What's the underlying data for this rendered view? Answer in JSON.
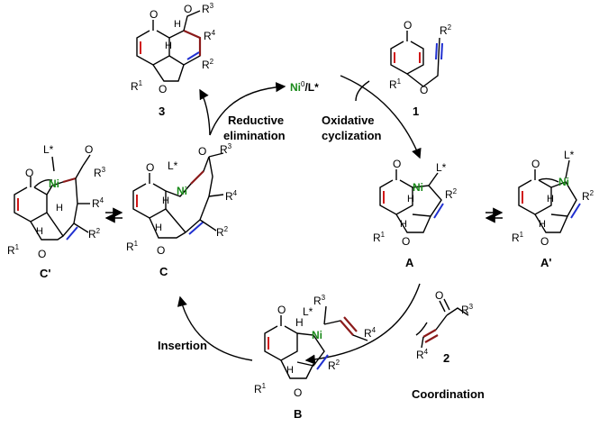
{
  "steps": {
    "oxidative": [
      "Oxidative",
      "cyclization"
    ],
    "reductive": [
      "Reductive",
      "elimination"
    ],
    "insertion": "Insertion",
    "coordination": "Coordination"
  },
  "catalyst": {
    "ni": "Ni",
    "sup": "0",
    "ligand": "/L*"
  },
  "compounds": {
    "c1": "1",
    "c2": "2",
    "c3": "3",
    "A": "A",
    "Aprime": "A'",
    "B": "B",
    "C": "C",
    "Cprime": "C'"
  },
  "atoms": {
    "O": "O",
    "Ni": "Ni",
    "L": "L*",
    "H": "H",
    "R": "R",
    "s1": "1",
    "s2": "2",
    "s3": "3",
    "s4": "4"
  }
}
